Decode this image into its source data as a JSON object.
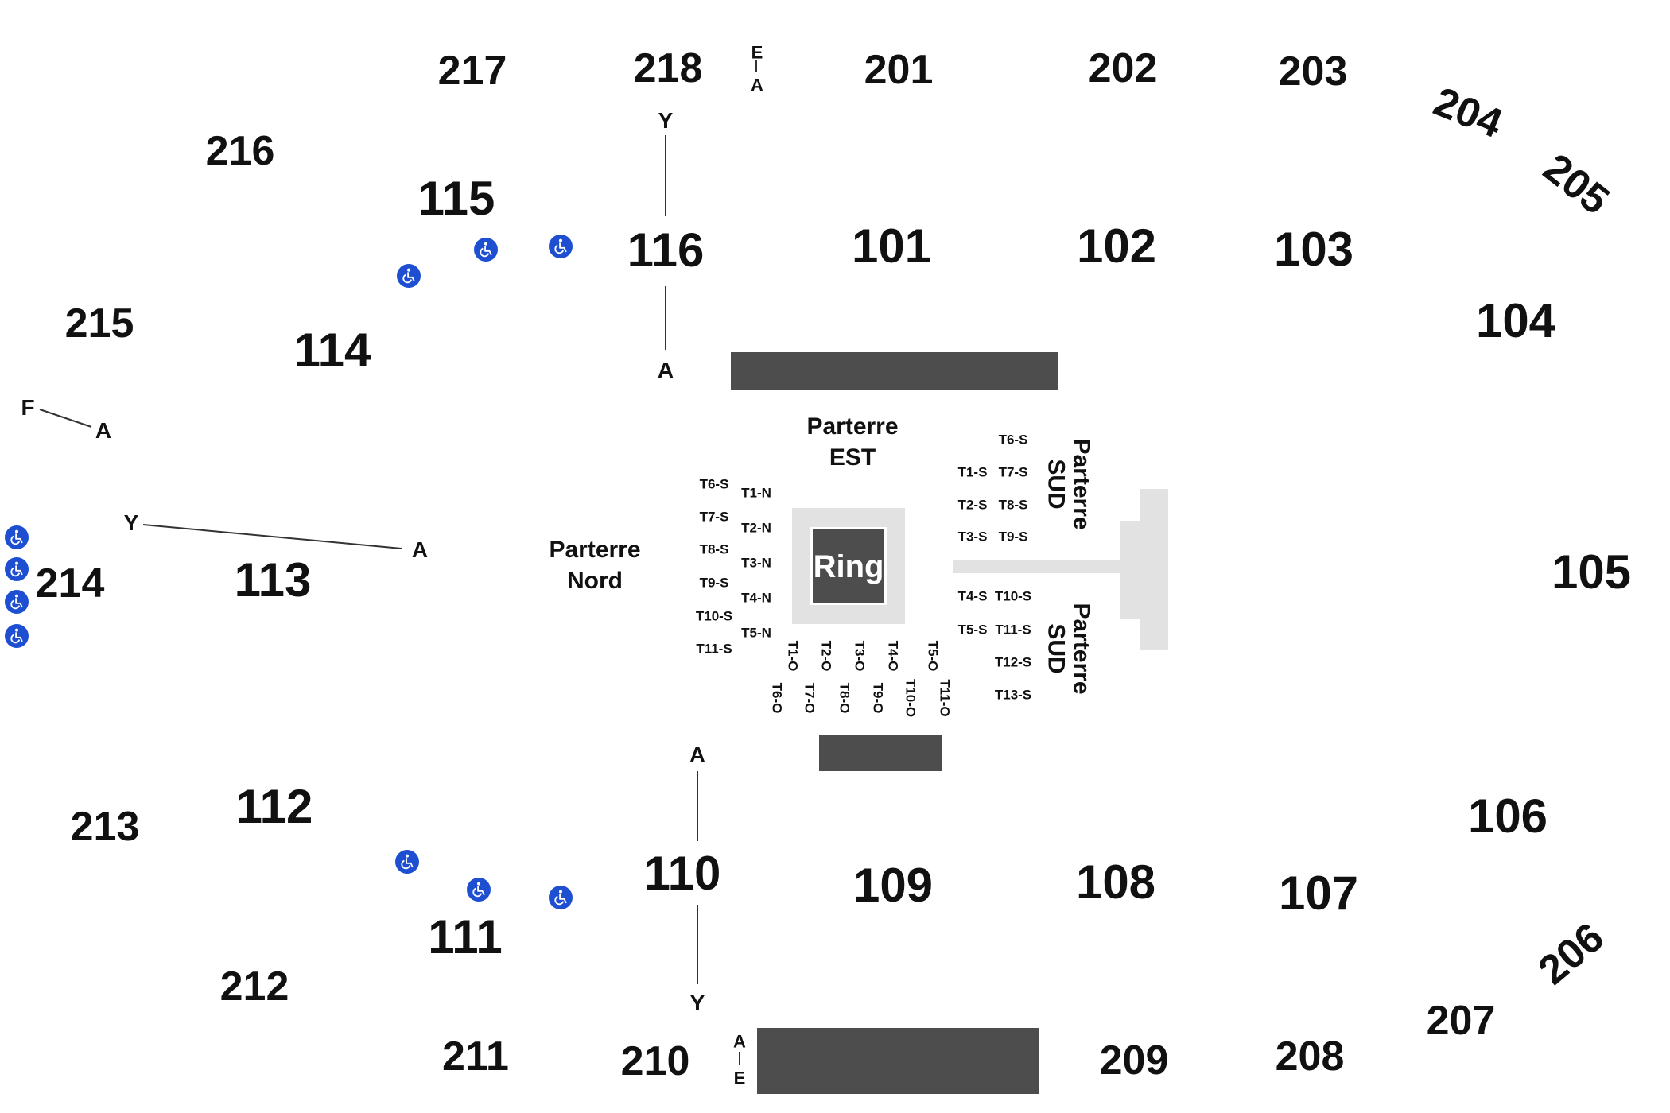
{
  "sections_upper": [
    "201",
    "202",
    "203",
    "204",
    "205",
    "206",
    "207",
    "208",
    "209",
    "210",
    "211",
    "212",
    "213",
    "214",
    "215",
    "216",
    "217",
    "218"
  ],
  "sections_lower": [
    "101",
    "102",
    "103",
    "104",
    "105",
    "106",
    "107",
    "108",
    "109",
    "110",
    "111",
    "112",
    "113",
    "114",
    "115",
    "116"
  ],
  "rows": {
    "s116_top": "Y",
    "s116_bottom": "A",
    "s110_top": "A",
    "s110_bottom": "Y",
    "s113_left": "Y",
    "s113_right": "A",
    "s214_left": "F",
    "s214_right": "A",
    "s218_top": "E",
    "s218_bottom": "A",
    "s210_top": "A",
    "s210_bottom": "E"
  },
  "zones": {
    "parterre_est": [
      "Parterre",
      "EST"
    ],
    "parterre_nord": [
      "Parterre",
      "Nord"
    ],
    "parterre_sud": [
      "Parterre",
      "SUD"
    ],
    "ring": "Ring"
  },
  "tables": {
    "nord_left": [
      "T6-S",
      "T7-S",
      "T8-S",
      "T9-S",
      "T10-S",
      "T11-S"
    ],
    "nord_right": [
      "T1-N",
      "T2-N",
      "T3-N",
      "T4-N",
      "T5-N"
    ],
    "ouest_top": [
      "T1-O",
      "T2-O",
      "T3-O",
      "T4-O",
      "T5-O"
    ],
    "ouest_bottom": [
      "T6-O",
      "T7-O",
      "T8-O",
      "T9-O",
      "T10-O",
      "T11-O"
    ],
    "sud_top_right": [
      "T6-S",
      "T7-S",
      "T8-S",
      "T9-S"
    ],
    "sud_top_left": [
      "T1-S",
      "T2-S",
      "T3-S"
    ],
    "sud_bottom_left": [
      "T4-S",
      "T5-S"
    ],
    "sud_bottom_right": [
      "T10-S",
      "T11-S",
      "T12-S",
      "T13-S"
    ]
  },
  "accessibility_icon": "wheelchair-icon",
  "colors": {
    "accessible": "#1f4fd1",
    "stage": "#4d4d4d",
    "floor": "#e2e2e2"
  }
}
